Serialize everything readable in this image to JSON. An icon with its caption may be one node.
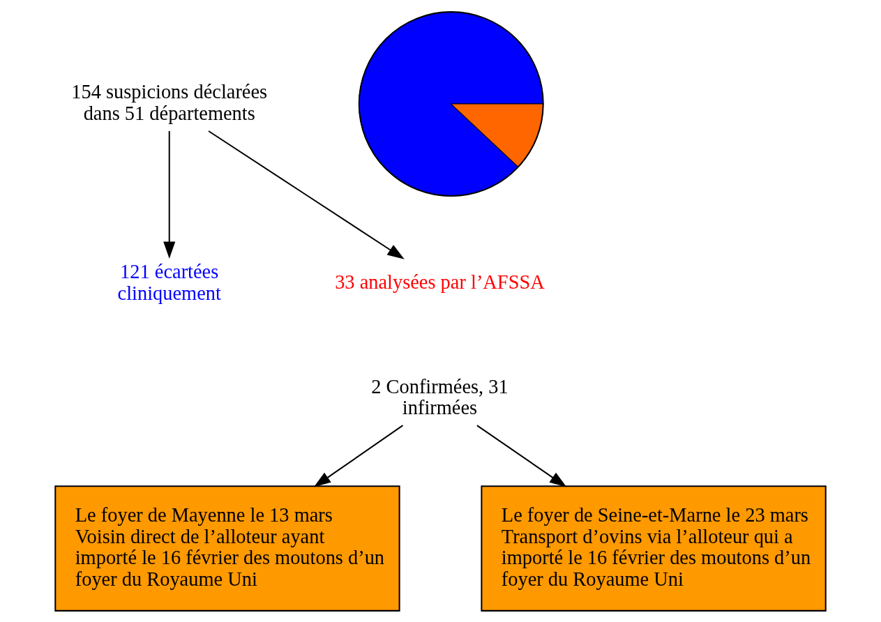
{
  "diagram": {
    "nodes": [
      {
        "text": [
          "154 suspicions déclarées dans 51 départements"
        ]
      },
      {
        "text": [],
        "shape": "circle"
      },
      {
        "text": [
          "121 écartées cliniquement"
        ]
      },
      {
        "text": [
          "33 analysées par l’AFSSA"
        ]
      },
      {
        "text": [
          "2 Confirmées, 31 infirmées"
        ]
      },
      {
        "text": [
          "Le foyer de Mayenne le 13 mars",
          "Voisin direct de l’alloteur ayant importé le 16 février des moutons d’un foyer du Royaume Uni"
        ]
      },
      {
        "text": [
          "Le foyer de Seine-et-Marne le 23 mars",
          "Transport d’ovins via l’alloteur qui a importé le 16 février des moutons d’un foyer du Royaume Uni"
        ]
      }
    ],
    "edges": [
      {
        "from": 0,
        "to": 2,
        "arrow": "to"
      },
      {
        "from": 0,
        "to": 3,
        "arrow": "to"
      },
      {
        "from": 4,
        "to": 5,
        "arrow": "to"
      },
      {
        "from": 4,
        "to": 6,
        "arrow": "to"
      }
    ]
  }
}
